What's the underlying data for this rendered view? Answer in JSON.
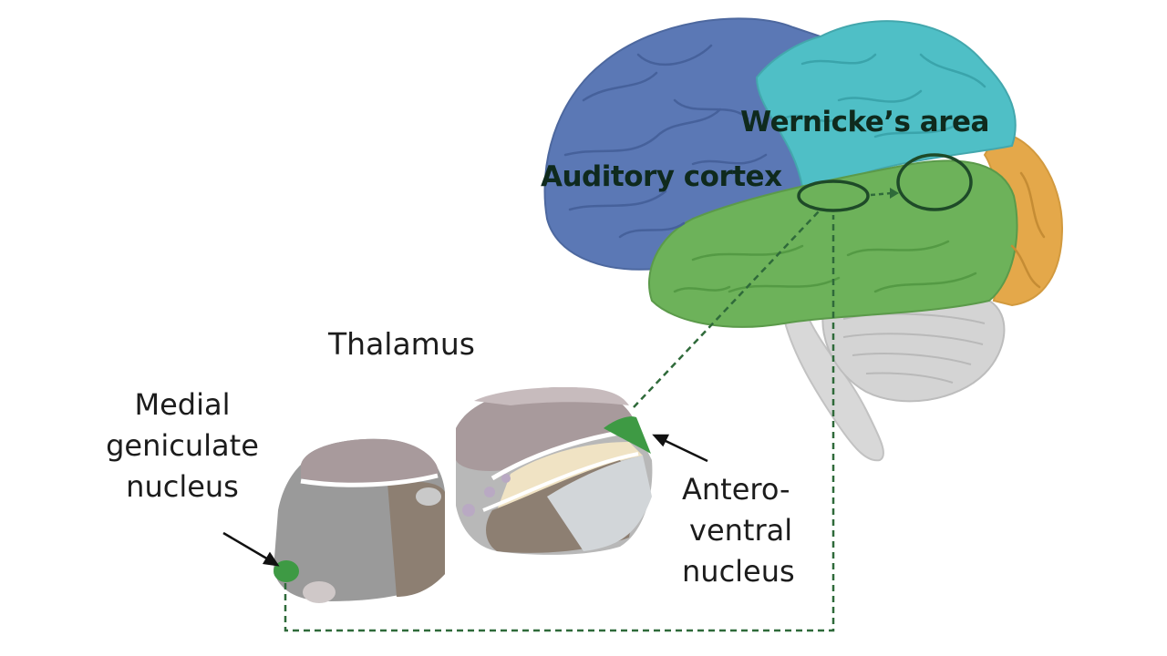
{
  "labels": {
    "wernicke": "Wernicke’s area",
    "auditory": "Auditory cortex",
    "thalamus": "Thalamus",
    "mgn_line1": "Medial",
    "mgn_line2": "geniculate",
    "mgn_line3": "nucleus",
    "av_line1": "Antero-",
    "av_line2": "ventral",
    "av_line3": "nucleus"
  },
  "colors": {
    "frontal": "#5b78b5",
    "parietal": "#4fbfc6",
    "temporal": "#6db25a",
    "occipital": "#e4a84a",
    "cerebellum": "#d4d4d4",
    "nucleus_green": "#3e9a44",
    "thalamus_gray": "#9a9a9a",
    "thalamus_mauve": "#a89a9c",
    "thalamus_brown": "#8d7f72",
    "pathway": "#2f6a3a"
  }
}
